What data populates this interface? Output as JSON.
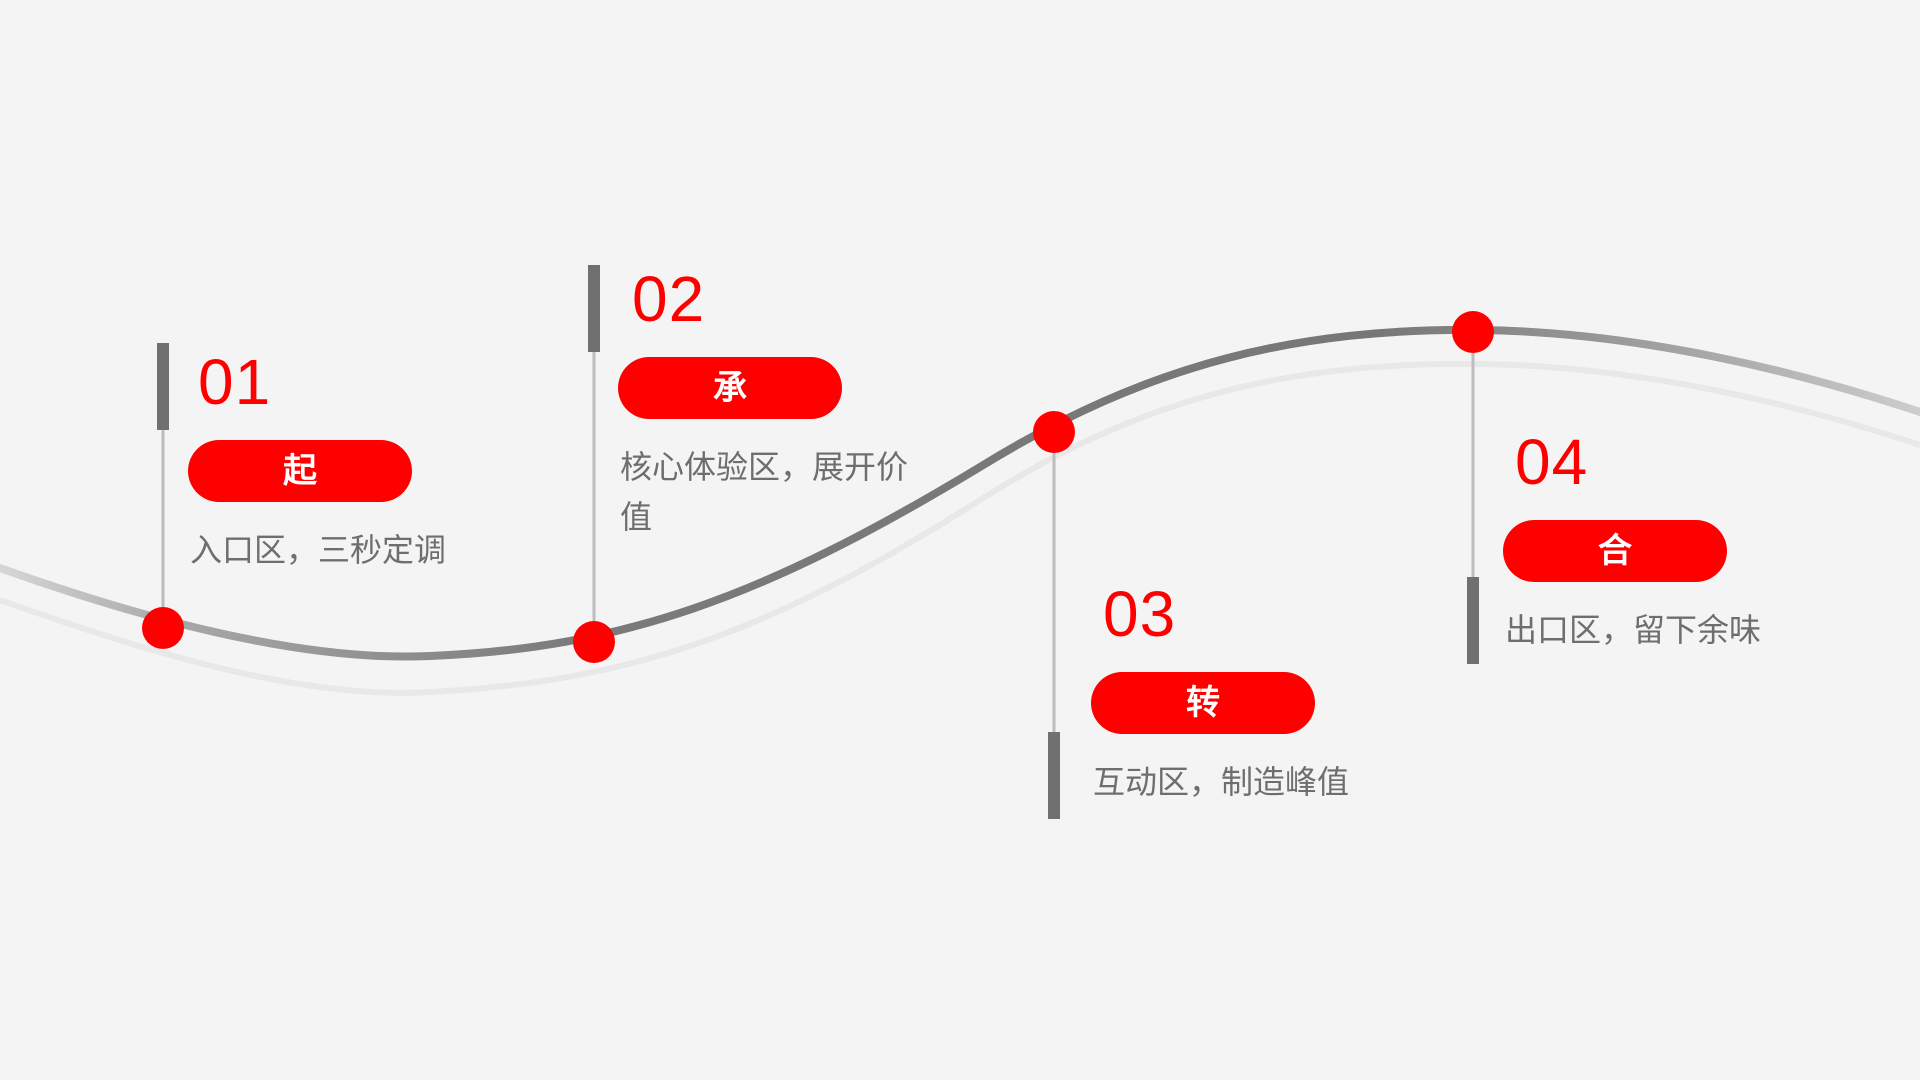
{
  "colors": {
    "background": "#f4f4f4",
    "accent": "#ff0000",
    "curve": "#777777",
    "curve_faded": "#cfcfcf",
    "curve_shadow": "#e6e6e6",
    "connector": "#bdbdbd",
    "bar": "#707070",
    "description_text": "#6e6e6e"
  },
  "stages": [
    {
      "number": "01",
      "label": "起",
      "description": "入口区，三秒定调"
    },
    {
      "number": "02",
      "label": "承",
      "description": "核心体验区，展开价值"
    },
    {
      "number": "03",
      "label": "转",
      "description": "互动区，制造峰值"
    },
    {
      "number": "04",
      "label": "合",
      "description": "出口区，留下余味"
    }
  ]
}
